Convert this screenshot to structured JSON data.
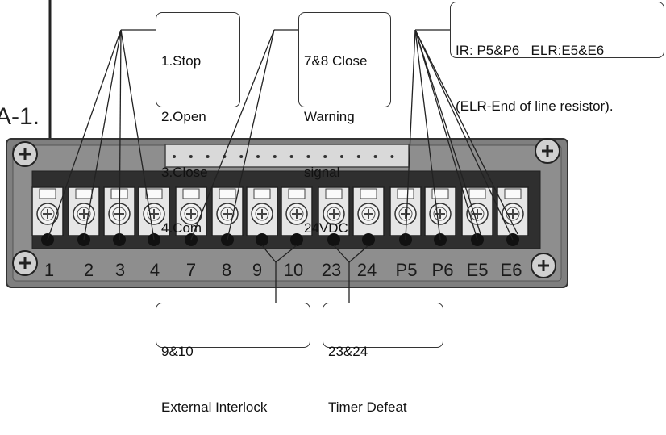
{
  "left_fragment": "A-1.",
  "terminal_labels": [
    "1",
    "2",
    "3",
    "4",
    "7",
    "8",
    "9",
    "10",
    "23",
    "24",
    "P5",
    "P6",
    "E5",
    "E6"
  ],
  "callouts": {
    "control": [
      "1.Stop",
      "2.Open",
      "3.Close",
      "4.Com"
    ],
    "warning": [
      "7&8 Close",
      "Warning",
      "signal",
      "24VDC"
    ],
    "ir": [
      "IR: P5&P6   ELR:E5&E6",
      "(ELR-End of line resistor)."
    ],
    "interlock": [
      "9&10",
      "External Interlock"
    ],
    "timer": [
      "23&24",
      "Timer Defeat"
    ]
  },
  "colors": {
    "panel": "#8c8c8c",
    "panel_dark": "#3a3a3a",
    "terminal": "#e6e6e6",
    "screw_dot": "#111111",
    "line": "#222222"
  }
}
